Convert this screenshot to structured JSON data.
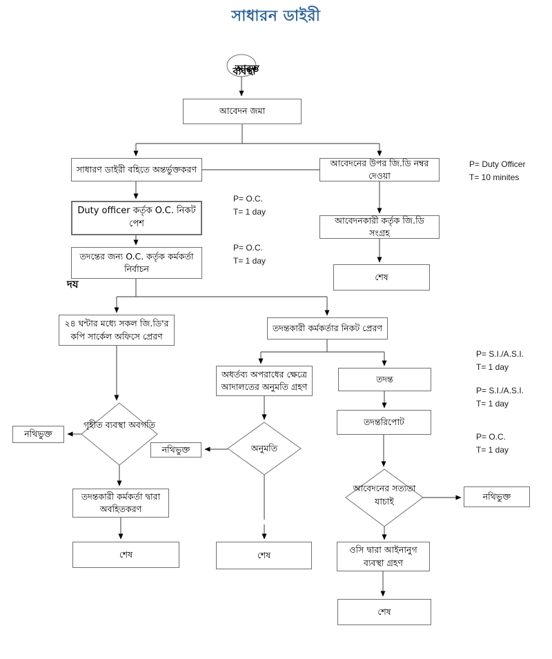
{
  "title": "সাধারন ডাইরী",
  "flowchart": {
    "start": {
      "label_overlap_1": "আরম্ভ",
      "label_overlap_2": "ব্যবস্থা"
    },
    "nodes": {
      "submit": "আবেদন জমা",
      "gd_entry": "সাধারণ ডাইরী বহিতে অন্তর্ভুক্তকরণ",
      "gd_number": "আবেদনের উপর জি.ডি নম্বর দেওয়া",
      "duty_present": "Duty officer কর্তৃক O.C. নিকট পেশ",
      "officer_select": "তদন্তের জন্য O.C. কর্তৃক কর্মকর্তা নির্বাচন",
      "applicant_collect": "আবেদনকারী কর্তৃক জি.ডি সংগ্রহ",
      "copy_circle_office": "২৪ ঘন্টার মধ্যে সকল জি.ডি'র কপি সার্কেল অফিসে প্রেরণ",
      "forward_io": "তদন্তকারী কর্মকর্তার নিকট প্রেরণ",
      "court_permission": "অধর্তব্য অপরাধের ক্ষেত্রে আদালতের অনুমতি গ্রহণ",
      "investigation": "তদন্ত",
      "investigation_report": "তদন্তরিপোট",
      "inform_io": "তদন্তকারী কর্মকর্তা দ্বারা অবহিতকরণ",
      "legal_action": "ওসি দ্বারা আইনানুগ ব্যবস্থা গ্রহণ",
      "filed_left": "নথিভুক্ত",
      "filed_mid": "নথিভুক্ত",
      "filed_right": "নথিভুক্ত",
      "end_left": "শেষ",
      "end_mid": "শেষ",
      "end_right_top": "শেষ",
      "end_right_bottom": "শেষ",
      "stray_text": "দয"
    },
    "decisions": {
      "received_status": "গৃহীত ব্যবস্থা অবগতি",
      "permission": "অনুমতি",
      "verify_truth": "আবেদনের সত্যতা যাচাই"
    },
    "annotations": [
      {
        "p": "P= Duty Officer",
        "t": "T= 10 minites"
      },
      {
        "p": "P= O.C.",
        "t": "T= 1 day"
      },
      {
        "p": "P= O.C.",
        "t": "T= 1 day"
      },
      {
        "p": "P= S.I./A.S.I.",
        "t": "T= 1 day"
      },
      {
        "p": "P= S.I./A.S.I.",
        "t": "T= 1 day"
      },
      {
        "p": "P= O.C.",
        "t": "T= 1 day"
      }
    ],
    "colors": {
      "title_blue": "#336699",
      "line_gray": "#595959",
      "border_gray": "#6e6e6e",
      "arrow_black": "#000000"
    }
  }
}
